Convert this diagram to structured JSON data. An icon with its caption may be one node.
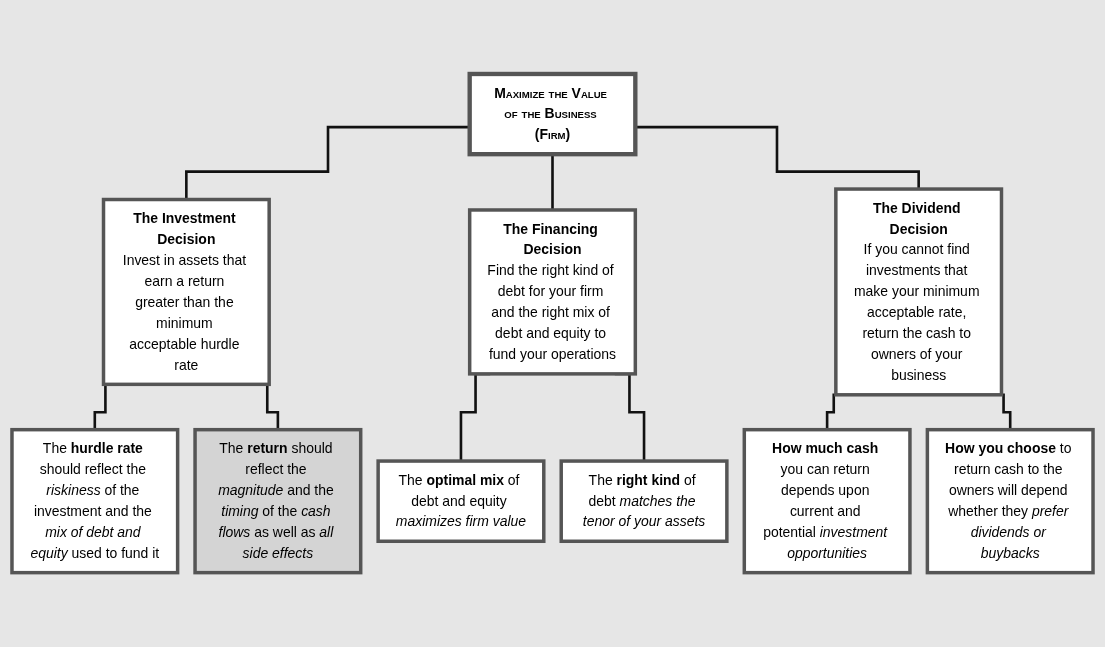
{
  "diagram": {
    "nodes": [
      {
        "text": [
          "Maximize the Value of the Business (Firm)"
        ]
      },
      {
        "text": [
          "The Investment Decision",
          "Invest in assets that earn a return greater than the minimum acceptable hurdle rate"
        ]
      },
      {
        "text": [
          "The Financing Decision",
          "Find the right kind of debt for your firm and the right mix of debt and equity to fund your operations"
        ]
      },
      {
        "text": [
          "The Dividend Decision",
          "If you cannot find investments that make your minimum acceptable rate, return the cash to owners of your business"
        ]
      },
      {
        "text": [
          "The **hurdle rate** should reflect the *riskiness* of the investment and the *mix of debt and equity* used to fund it"
        ]
      },
      {
        "text": [
          "The **return** should reflect the *magnitude* and the *timing* of the *cash flows* as well as *all side effects*"
        ]
      },
      {
        "text": [
          "The **optimal mix** of debt and equity *maximizes firm value*"
        ]
      },
      {
        "text": [
          "The **right kind** of debt *matches the tenor of your assets*"
        ]
      },
      {
        "text": [
          "**How much cash** you can return depends upon current and potential *investment opportunities*"
        ]
      },
      {
        "text": [
          "**How you choose** to return cash to the owners will depend whether they *prefer dividends or buybacks*"
        ]
      }
    ],
    "edges": [
      {
        "from": 0,
        "to": 1,
        "arrow": "none"
      },
      {
        "from": 0,
        "to": 2,
        "arrow": "none"
      },
      {
        "from": 0,
        "to": 3,
        "arrow": "none"
      },
      {
        "from": 1,
        "to": 4,
        "arrow": "none"
      },
      {
        "from": 1,
        "to": 5,
        "arrow": "none"
      },
      {
        "from": 2,
        "to": 6,
        "arrow": "none"
      },
      {
        "from": 2,
        "to": 7,
        "arrow": "none"
      },
      {
        "from": 3,
        "to": 8,
        "arrow": "none"
      },
      {
        "from": 3,
        "to": 9,
        "arrow": "none"
      }
    ]
  }
}
